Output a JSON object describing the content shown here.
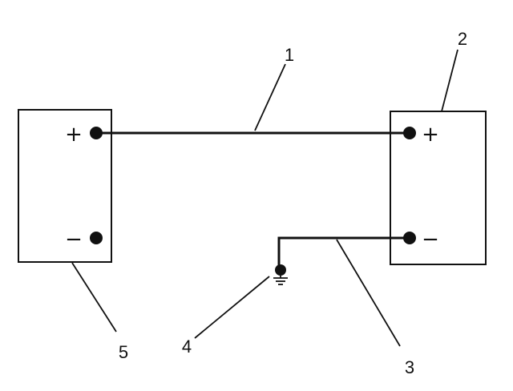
{
  "callouts": {
    "c1": "1",
    "c2": "2",
    "c3": "3",
    "c4": "4",
    "c5": "5"
  },
  "terminals": {
    "plus": "+",
    "minus": "−"
  },
  "colors": {
    "ink": "#111111",
    "background": "#ffffff"
  },
  "icons": {
    "ground": "ground-icon"
  }
}
